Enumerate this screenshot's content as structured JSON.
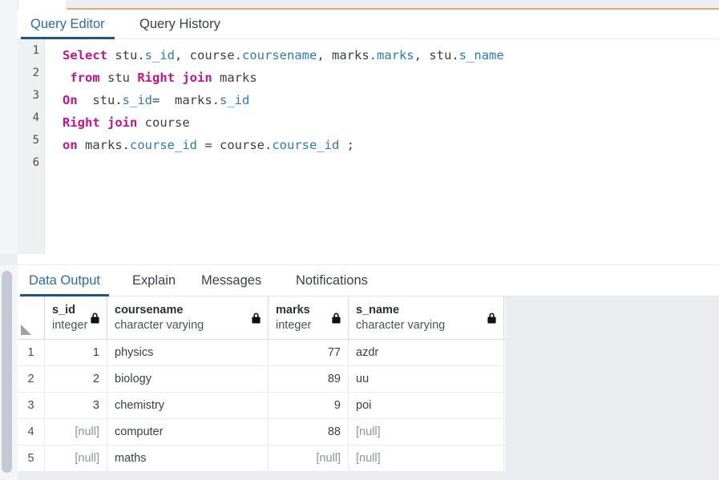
{
  "editor": {
    "tabs": [
      {
        "label": "Query Editor",
        "active": true
      },
      {
        "label": "Query History",
        "active": false
      }
    ],
    "line_numbers": [
      "1",
      "2",
      "3",
      "4",
      "5",
      "6"
    ],
    "sql_lines": [
      [
        {
          "t": "Select",
          "c": "kw"
        },
        {
          "t": " stu.",
          "c": "pln"
        },
        {
          "t": "s_id",
          "c": "id"
        },
        {
          "t": ", course.",
          "c": "pln"
        },
        {
          "t": "coursename",
          "c": "id"
        },
        {
          "t": ", marks.",
          "c": "pln"
        },
        {
          "t": "marks",
          "c": "id"
        },
        {
          "t": ", stu.",
          "c": "pln"
        },
        {
          "t": "s_name",
          "c": "id"
        }
      ],
      [
        {
          "t": " ",
          "c": "pln"
        },
        {
          "t": "from",
          "c": "kw"
        },
        {
          "t": " stu ",
          "c": "pln"
        },
        {
          "t": "Right join",
          "c": "kw"
        },
        {
          "t": " marks",
          "c": "pln"
        }
      ],
      [
        {
          "t": "On",
          "c": "kw"
        },
        {
          "t": "  stu.",
          "c": "pln"
        },
        {
          "t": "s_id",
          "c": "id"
        },
        {
          "t": "=  marks.",
          "c": "pln"
        },
        {
          "t": "s_id",
          "c": "id"
        }
      ],
      [
        {
          "t": "Right join",
          "c": "kw"
        },
        {
          "t": " course",
          "c": "pln"
        }
      ],
      [
        {
          "t": "on",
          "c": "kw"
        },
        {
          "t": " marks.",
          "c": "pln"
        },
        {
          "t": "course_id",
          "c": "id"
        },
        {
          "t": " = course.",
          "c": "pln"
        },
        {
          "t": "course_id",
          "c": "id"
        },
        {
          "t": " ;",
          "c": "pln"
        }
      ],
      []
    ]
  },
  "results": {
    "tabs": [
      {
        "label": "Data Output",
        "active": true
      },
      {
        "label": "Explain",
        "active": false
      },
      {
        "label": "Messages",
        "active": false
      },
      {
        "label": "Notifications",
        "active": false
      }
    ],
    "columns": [
      {
        "name": "s_id",
        "type": "integer",
        "align": "right"
      },
      {
        "name": "coursename",
        "type": "character varying",
        "align": "left"
      },
      {
        "name": "marks",
        "type": "integer",
        "align": "right"
      },
      {
        "name": "s_name",
        "type": "character varying",
        "align": "left"
      }
    ],
    "rows": [
      {
        "n": "1",
        "s_id": "1",
        "coursename": "physics",
        "marks": "77",
        "s_name": "azdr"
      },
      {
        "n": "2",
        "s_id": "2",
        "coursename": "biology",
        "marks": "89",
        "s_name": "uu"
      },
      {
        "n": "3",
        "s_id": "3",
        "coursename": "chemistry",
        "marks": "9",
        "s_name": "poi"
      },
      {
        "n": "4",
        "s_id": "[null]",
        "coursename": "computer",
        "marks": "88",
        "s_name": "[null]"
      },
      {
        "n": "5",
        "s_id": "[null]",
        "coursename": "maths",
        "marks": "[null]",
        "s_name": "[null]"
      }
    ],
    "null_token": "[null]",
    "lock_icon": "lock-icon",
    "corner_icon": "select-all-corner-icon"
  },
  "colors": {
    "accent": "#2d6ca2",
    "tab_underline": "#1f5582",
    "keyword": "#c2158a",
    "identifier": "#2b7ac0",
    "plain_text": "#3b3f43",
    "grid_background": "#eaecef",
    "top_accent": "#e0a96d"
  }
}
